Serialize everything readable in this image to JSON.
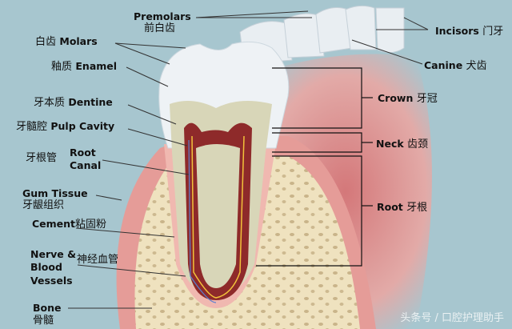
{
  "labels": {
    "premolars_en": "Premolars",
    "premolars_zh": "前白齿",
    "molars_zh": "白齿",
    "molars_en": "Molars",
    "enamel_zh": "釉质",
    "enamel_en": "Enamel",
    "dentine_zh": "牙本质",
    "dentine_en": "Dentine",
    "pulp_zh": "牙髓腔",
    "pulp_en": "Pulp Cavity",
    "canal_zh": "牙根管",
    "canal_en1": "Root",
    "canal_en2": "Canal",
    "gum_en": "Gum Tissue",
    "gum_zh": "牙龈组织",
    "cement_en": "Cement",
    "cement_zh": "粘固粉",
    "nerve_en1": "Nerve &",
    "nerve_en2": "Blood",
    "nerve_en3": "Vessels",
    "nerve_zh": "神经血管",
    "bone_en": "Bone",
    "bone_zh": "骨髓",
    "incisors_en": "Incisors",
    "incisors_zh": "门牙",
    "canine_en": "Canine",
    "canine_zh": "犬齿",
    "crown_en": "Crown",
    "crown_zh": "牙冠",
    "neck_en": "Neck",
    "neck_zh": "齿颈",
    "root_en": "Root",
    "root_zh": "牙根"
  },
  "watermark": "头条号 / 口腔护理助手",
  "colors": {
    "background": "#a7c6cf",
    "enamel": "#eef2f5",
    "dentine": "#d8d6b8",
    "pulp": "#8e2a2a",
    "bone": "#efe2bf",
    "gum": "#e8a3a0"
  }
}
